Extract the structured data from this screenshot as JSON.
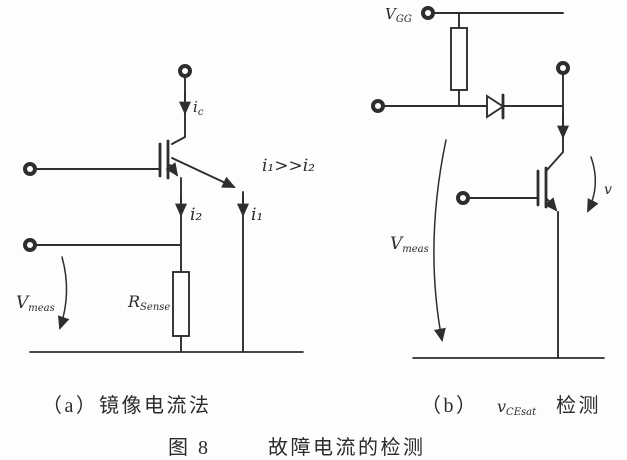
{
  "figure": {
    "colors": {
      "line": "#2e2e2e",
      "text": "#2b2b2b",
      "background": "#fdfdfd"
    },
    "caption": {
      "prefix": "图 8",
      "title": "故障电流的检测"
    },
    "sub_a": {
      "index": "（a）",
      "title": "镜像电流法",
      "labels": {
        "collector_current": {
          "main": "i",
          "sub": "c"
        },
        "sense_current": "i₂",
        "main_current": "i₁",
        "relation": "i₁>>i₂",
        "v_meas": {
          "main": "V",
          "sub": "meas"
        },
        "r_sense": {
          "main": "R",
          "sub": "Sense"
        }
      }
    },
    "sub_b": {
      "index": "（b）",
      "title_var": {
        "main": "v",
        "sub": "CEsat"
      },
      "title_text": "检测",
      "labels": {
        "v_gg": {
          "main": "V",
          "sub": "GG"
        },
        "v_meas": {
          "main": "V",
          "sub": "meas"
        },
        "v_ce": "v"
      }
    }
  }
}
